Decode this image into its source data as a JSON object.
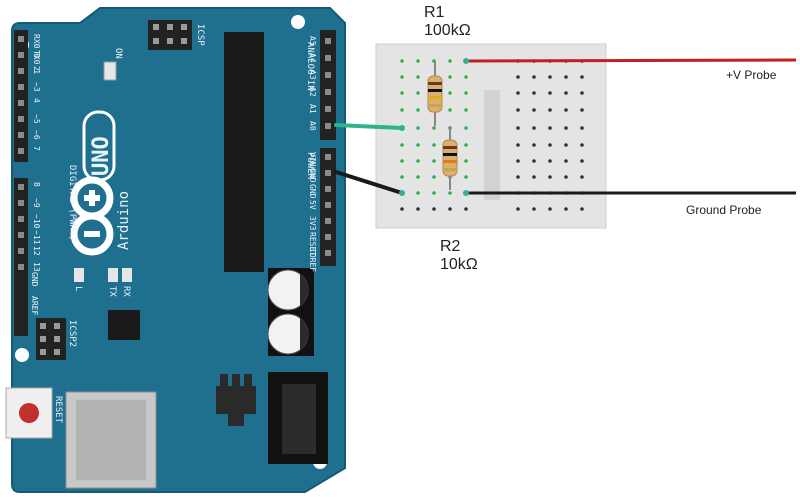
{
  "r1": {
    "name": "R1",
    "value": "100kΩ"
  },
  "r2": {
    "name": "R2",
    "value": "10kΩ"
  },
  "probes": {
    "positive": "+V Probe",
    "ground": "Ground Probe"
  },
  "board": {
    "model": "UNO",
    "brand": "Arduino",
    "header_icsp": "ICSP",
    "header_icsp2": "ICSP2",
    "on_label": "ON",
    "digital_label": "DIGITAL (PWM~)",
    "analog_label": "ANALOG IN",
    "power_label": "POWER",
    "reset_label": "RESET",
    "aref_label": "AREF",
    "gnd_label": "GND",
    "l_label": "L",
    "tx_label": "TX",
    "rx_label": "RX",
    "digital_pins_top": [
      "RX0 0",
      "TX0 1",
      "2",
      "~3",
      "4",
      "~5",
      "~6",
      "7"
    ],
    "digital_pins_bottom": [
      "8",
      "~9",
      "~10",
      "~11",
      "12",
      "13"
    ],
    "analog_pins": [
      "A5",
      "A4",
      "A3",
      "A2",
      "A1",
      "A0"
    ],
    "power_pins": [
      "VIN",
      "GND",
      "GND",
      "5V",
      "3V3",
      "RESET",
      "IOREF"
    ]
  },
  "colors": {
    "board": "#1f6f8f",
    "board_edge": "#175a75",
    "breadboard": "#e4e4e4",
    "wire_red": "#c21f1f",
    "wire_black": "#1a1a1a",
    "wire_teal": "#2fb38e"
  }
}
